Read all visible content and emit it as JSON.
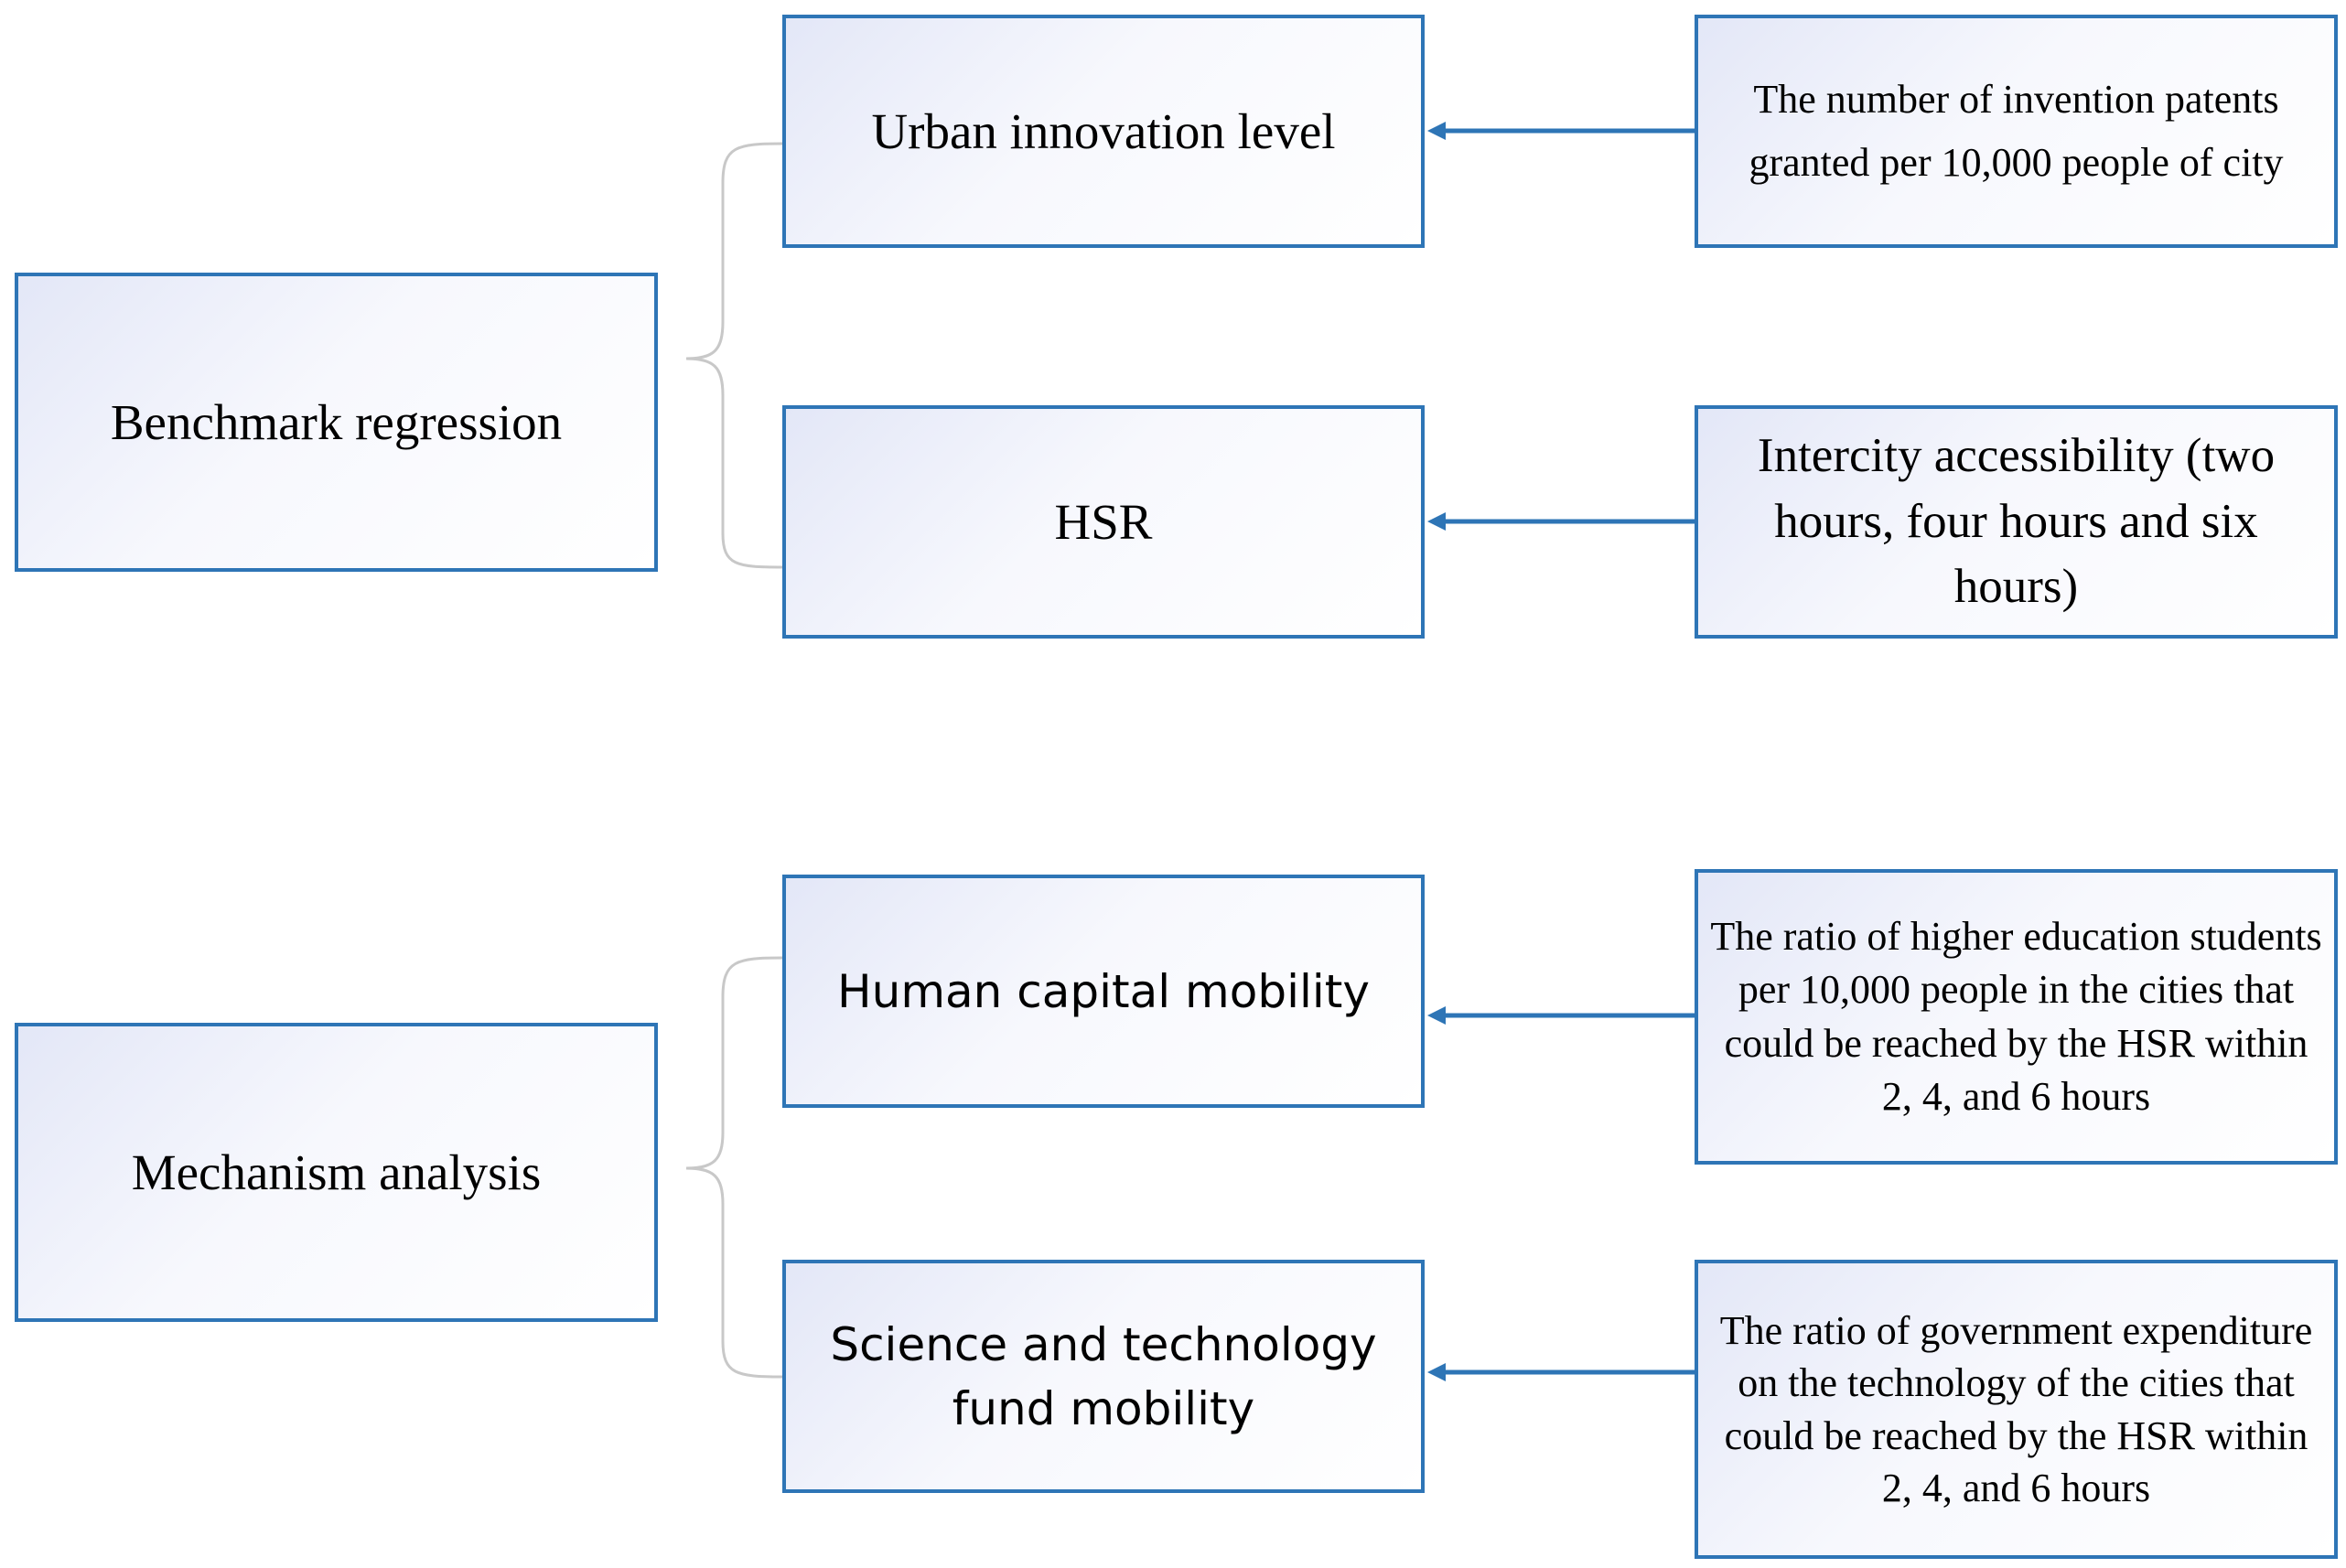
{
  "groups": [
    {
      "label": "Benchmark regression",
      "variables": [
        {
          "label": "Urban innovation level",
          "measure": "The number of invention patents granted per 10,000 people of city"
        },
        {
          "label": "HSR",
          "measure": "Intercity accessibility (two hours, four hours and six hours)"
        }
      ]
    },
    {
      "label": "Mechanism analysis",
      "variables": [
        {
          "label": "Human capital mobility",
          "measure": "The ratio of higher education students per 10,000 people in the cities that could be reached by the HSR within 2, 4, and 6 hours"
        },
        {
          "label": "Science and technology fund mobility",
          "measure": "The ratio of government expenditure on the technology of the cities that could be reached by the HSR within 2, 4, and 6 hours"
        }
      ]
    }
  ],
  "colors": {
    "box_border": "#2e75b6",
    "arrow": "#2e75b6",
    "bracket": "#c8c8c8",
    "box_fill_start": "#e3e7f7",
    "box_fill_end": "#ffffff"
  }
}
